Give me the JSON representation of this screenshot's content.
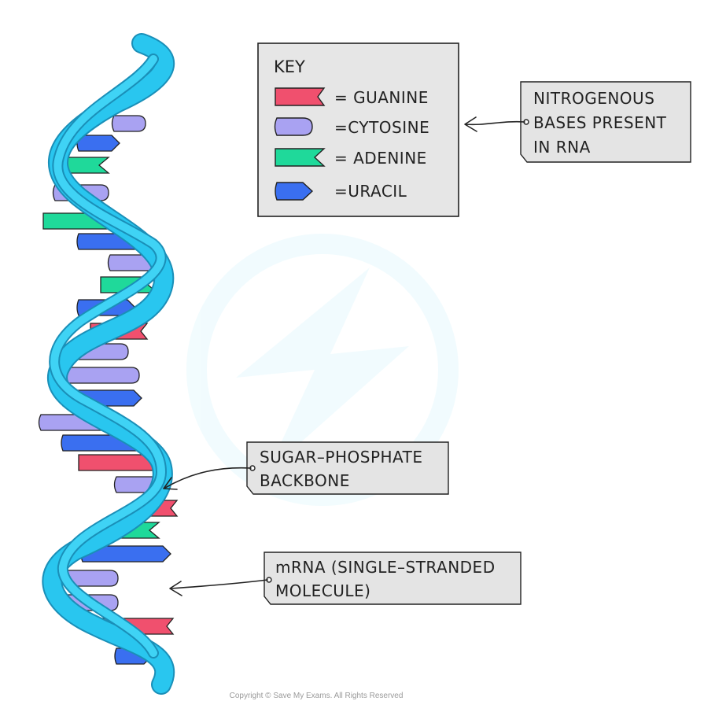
{
  "key": {
    "title": "KEY",
    "items": [
      {
        "label": "= GUANINE",
        "color": "#f0506e",
        "shape": "notch"
      },
      {
        "label": "=CYTOSINE",
        "color": "#a9a2f2",
        "shape": "round"
      },
      {
        "label": "= ADENINE",
        "color": "#1fd99a",
        "shape": "fork"
      },
      {
        "label": "=URACIL",
        "color": "#3a6ff0",
        "shape": "arrow"
      }
    ]
  },
  "labels": {
    "bases": [
      "NITROGENOUS",
      "BASES  PRESENT",
      "IN  RNA"
    ],
    "backbone": [
      "SUGAR–PHOSPHATE",
      "BACKBONE"
    ],
    "mrna": [
      "mRNA  (SINGLE–STRANDED",
      "MOLECULE)"
    ]
  },
  "copyright": "Copyright © Save My Exams. All Rights Reserved",
  "colors": {
    "backbone": "#29c6ef",
    "backbone_dark": "#1fa3c9",
    "label_fill": "#e4e4e4",
    "outline": "#222222"
  },
  "strand": {
    "bases": [
      "C",
      "U",
      "A",
      "C",
      "A",
      "U",
      "C",
      "A",
      "U",
      "G",
      "C",
      "C",
      "U",
      "C",
      "U",
      "G",
      "C",
      "G",
      "A",
      "U",
      "C",
      "C",
      "G",
      "U"
    ]
  }
}
